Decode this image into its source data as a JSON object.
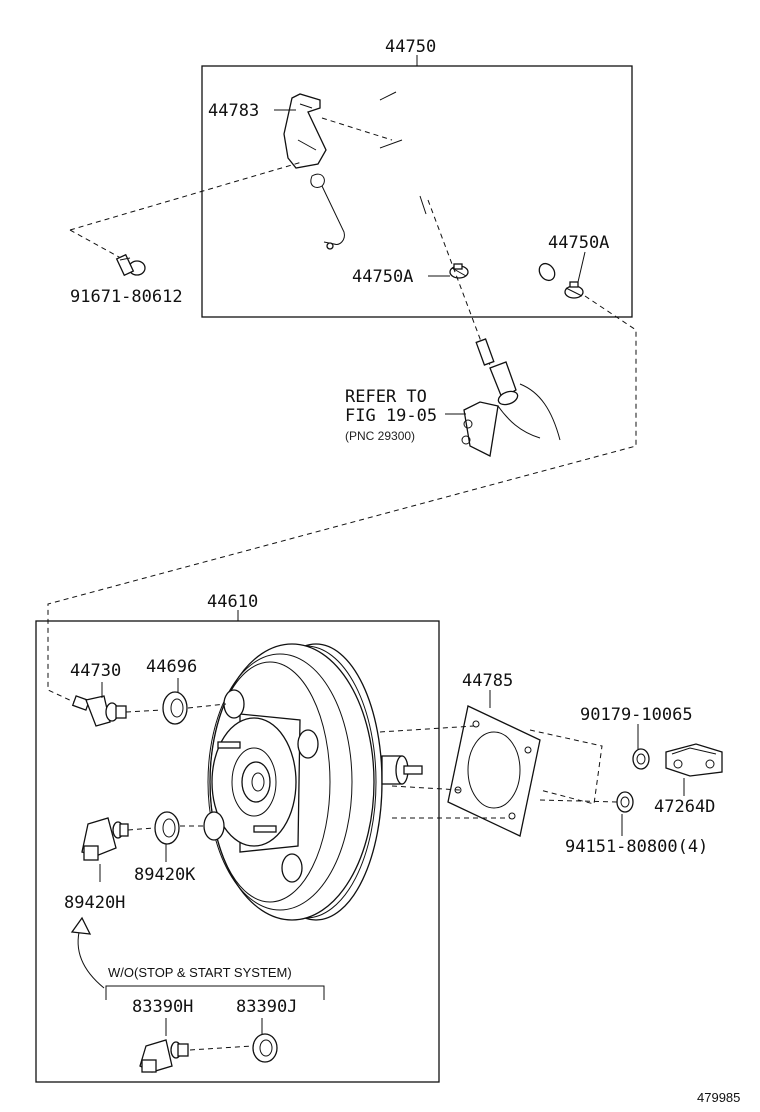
{
  "diagram": {
    "reference_id": "479985",
    "callouts": {
      "p44750": "44750",
      "p44783": "44783",
      "p44750A_right": "44750A",
      "p44750A_left": "44750A",
      "p91671": "91671-80612",
      "refer_line1": "REFER TO",
      "refer_line2": "FIG 19-05",
      "refer_line3": "(PNC 29300)",
      "p44610": "44610",
      "p44730": "44730",
      "p44696": "44696",
      "p44785": "44785",
      "p90179": "90179-10065",
      "p47264D": "47264D",
      "p94151": "94151-80800(4)",
      "p89420K": "89420K",
      "p89420H": "89420H",
      "wo_note": "W/O(STOP & START SYSTEM)",
      "p83390H": "83390H",
      "p83390J": "83390J"
    }
  }
}
